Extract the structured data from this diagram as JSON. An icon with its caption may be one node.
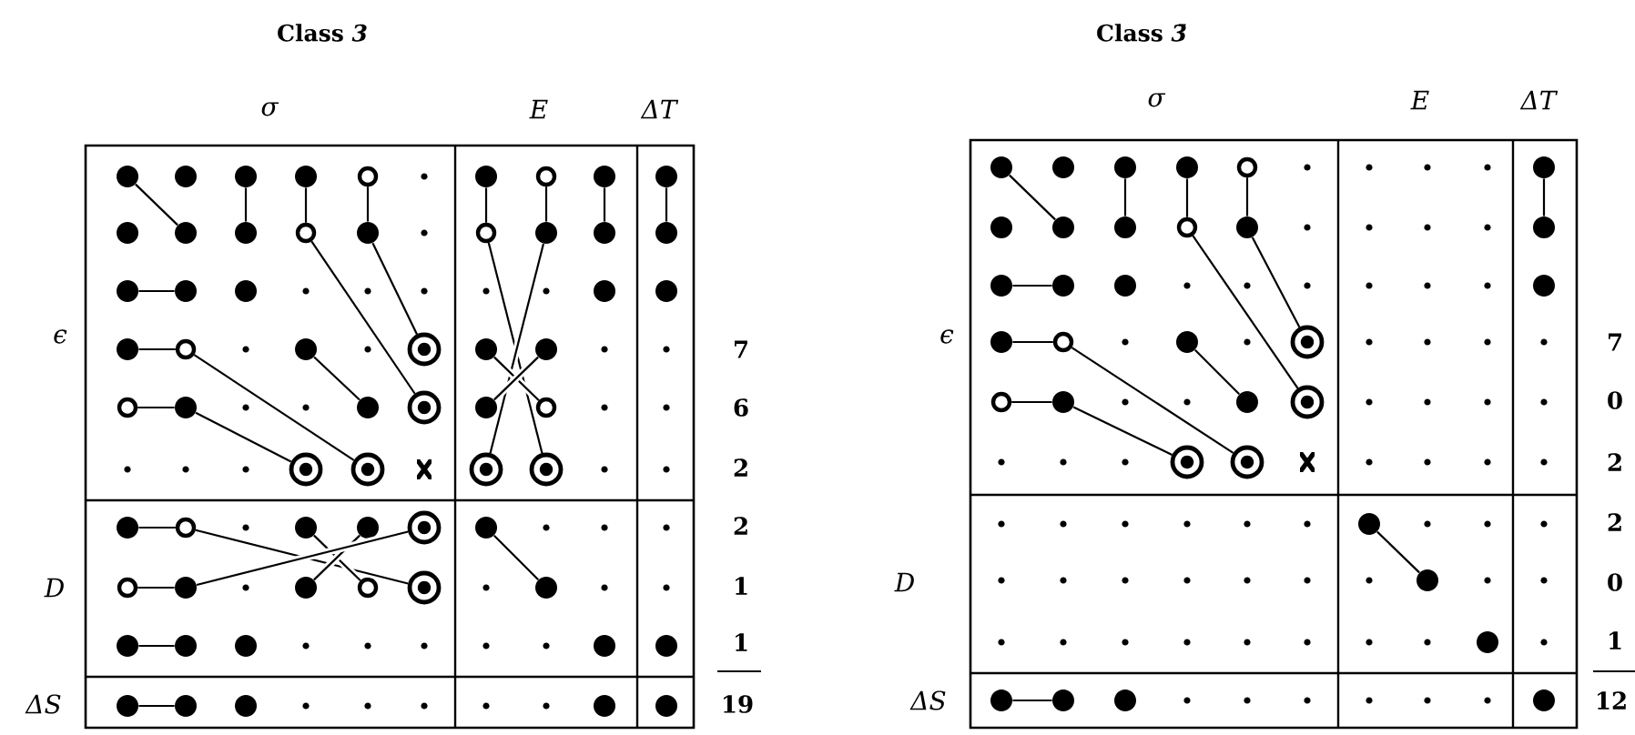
{
  "diagram": {
    "nodes": [
      {
        "text": [],
        "shape": "dot"
      },
      {
        "text": [],
        "shape": "dot"
      },
      {
        "text": [],
        "shape": "dot"
      },
      {
        "text": [],
        "shape": "dot"
      },
      {
        "text": [],
        "shape": "circle"
      },
      {
        "text": [],
        "shape": "dot"
      },
      {
        "text": [],
        "shape": "circle"
      },
      {
        "text": [],
        "shape": "dot"
      },
      {
        "text": [],
        "shape": "dot"
      },
      {
        "text": [],
        "shape": "dot"
      },
      {
        "text": [],
        "shape": "dot"
      },
      {
        "text": [],
        "shape": "dot"
      },
      {
        "text": [],
        "shape": "circle"
      },
      {
        "text": [],
        "shape": "dot"
      },
      {
        "text": [],
        "shape": "circle"
      },
      {
        "text": [],
        "shape": "dot"
      },
      {
        "text": [],
        "shape": "dot"
      },
      {
        "text": [],
        "shape": "dot"
      },
      {
        "text": [],
        "shape": "dot"
      },
      {
        "text": [],
        "shape": "dot"
      },
      {
        "text": [],
        "shape": "dot"
      },
      {
        "text": [],
        "shape": "dot"
      },
      {
        "text": [],
        "shape": "dot"
      },
      {
        "text": [],
        "shape": "dot"
      },
      {
        "text": [],
        "shape": "circle"
      },
      {
        "text": [],
        "shape": "dot"
      },
      {
        "text": [],
        "shape": "bullseye"
      },
      {
        "text": [],
        "shape": "dot"
      },
      {
        "text": [],
        "shape": "dot"
      },
      {
        "text": [],
        "shape": "circle"
      },
      {
        "text": [],
        "shape": "dot"
      },
      {
        "text": [],
        "shape": "dot"
      },
      {
        "text": [],
        "shape": "bullseye"
      },
      {
        "text": [],
        "shape": "dot"
      },
      {
        "text": [],
        "shape": "circle"
      },
      {
        "text": [],
        "shape": "bullseye"
      },
      {
        "text": [],
        "shape": "bullseye"
      },
      {
        "text": [],
        "shape": "cross"
      },
      {
        "text": [],
        "shape": "bullseye"
      },
      {
        "text": [],
        "shape": "bullseye"
      },
      {
        "text": [],
        "shape": "dot"
      },
      {
        "text": [],
        "shape": "circle"
      },
      {
        "text": [],
        "shape": "dot"
      },
      {
        "text": [],
        "shape": "dot"
      },
      {
        "text": [],
        "shape": "bullseye"
      },
      {
        "text": [],
        "shape": "dot"
      },
      {
        "text": [],
        "shape": "circle"
      },
      {
        "text": [],
        "shape": "dot"
      },
      {
        "text": [],
        "shape": "dot"
      },
      {
        "text": [],
        "shape": "circle"
      },
      {
        "text": [],
        "shape": "bullseye"
      },
      {
        "text": [],
        "shape": "dot"
      },
      {
        "text": [],
        "shape": "dot"
      },
      {
        "text": [],
        "shape": "dot"
      },
      {
        "text": [],
        "shape": "dot"
      },
      {
        "text": [],
        "shape": "dot"
      },
      {
        "text": [],
        "shape": "dot"
      },
      {
        "text": [],
        "shape": "dot"
      },
      {
        "text": [],
        "shape": "dot"
      },
      {
        "text": [],
        "shape": "dot"
      },
      {
        "text": [],
        "shape": "dot"
      },
      {
        "text": [],
        "shape": "dot"
      },
      {
        "text": [],
        "shape": "dot"
      },
      {
        "text": [],
        "shape": "dot"
      },
      {
        "text": [],
        "shape": "dot"
      },
      {
        "text": [],
        "shape": "dot"
      },
      {
        "text": [],
        "shape": "circle"
      },
      {
        "text": [],
        "shape": "dot"
      },
      {
        "text": [],
        "shape": "dot"
      },
      {
        "text": [],
        "shape": "dot"
      },
      {
        "text": [],
        "shape": "dot"
      },
      {
        "text": [],
        "shape": "circle"
      },
      {
        "text": [],
        "shape": "dot"
      },
      {
        "text": [],
        "shape": "dot"
      },
      {
        "text": [],
        "shape": "dot"
      },
      {
        "text": [],
        "shape": "dot"
      },
      {
        "text": [],
        "shape": "dot"
      },
      {
        "text": [],
        "shape": "dot"
      },
      {
        "text": [],
        "shape": "dot"
      },
      {
        "text": [],
        "shape": "circle"
      },
      {
        "text": [],
        "shape": "dot"
      },
      {
        "text": [],
        "shape": "bullseye"
      },
      {
        "text": [],
        "shape": "circle"
      },
      {
        "text": [],
        "shape": "dot"
      },
      {
        "text": [],
        "shape": "dot"
      },
      {
        "text": [],
        "shape": "bullseye"
      },
      {
        "text": [],
        "shape": "bullseye"
      },
      {
        "text": [],
        "shape": "bullseye"
      },
      {
        "text": [],
        "shape": "cross"
      },
      {
        "text": [],
        "shape": "dot"
      },
      {
        "text": [],
        "shape": "dot"
      },
      {
        "text": [],
        "shape": "dot"
      },
      {
        "text": [],
        "shape": "dot"
      },
      {
        "text": [],
        "shape": "dot"
      },
      {
        "text": [],
        "shape": "dot"
      },
      {
        "text": [],
        "shape": "dot"
      }
    ],
    "edges": [
      {
        "from": 0,
        "to": 10,
        "arrow": "none"
      },
      {
        "from": 2,
        "to": 11,
        "arrow": "none"
      },
      {
        "from": 3,
        "to": 12,
        "arrow": "none"
      },
      {
        "from": 4,
        "to": 13,
        "arrow": "none"
      },
      {
        "from": 5,
        "to": 14,
        "arrow": "none"
      },
      {
        "from": 6,
        "to": 15,
        "arrow": "none"
      },
      {
        "from": 7,
        "to": 16,
        "arrow": "none"
      },
      {
        "from": 8,
        "to": 17,
        "arrow": "none"
      },
      {
        "from": 18,
        "to": 19,
        "arrow": "none"
      },
      {
        "from": 12,
        "to": 32,
        "arrow": "none"
      },
      {
        "from": 13,
        "to": 26,
        "arrow": "none"
      },
      {
        "from": 14,
        "to": 39,
        "arrow": "none"
      },
      {
        "from": 15,
        "to": 38,
        "arrow": "none"
      },
      {
        "from": 23,
        "to": 24,
        "arrow": "none"
      },
      {
        "from": 24,
        "to": 36,
        "arrow": "none"
      },
      {
        "from": 25,
        "to": 31,
        "arrow": "none"
      },
      {
        "from": 27,
        "to": 34,
        "arrow": "none"
      },
      {
        "from": 28,
        "to": 33,
        "arrow": "none"
      },
      {
        "from": 29,
        "to": 30,
        "arrow": "none"
      },
      {
        "from": 30,
        "to": 35,
        "arrow": "none"
      },
      {
        "from": 40,
        "to": 41,
        "arrow": "none"
      },
      {
        "from": 41,
        "to": 50,
        "arrow": "none"
      },
      {
        "from": 42,
        "to": 49,
        "arrow": "none"
      },
      {
        "from": 43,
        "to": 48,
        "arrow": "none"
      },
      {
        "from": 45,
        "to": 51,
        "arrow": "none"
      },
      {
        "from": 46,
        "to": 47,
        "arrow": "none"
      },
      {
        "from": 47,
        "to": 44,
        "arrow": "none"
      },
      {
        "from": 52,
        "to": 53,
        "arrow": "none"
      },
      {
        "from": 57,
        "to": 58,
        "arrow": "none"
      },
      {
        "from": 62,
        "to": 69,
        "arrow": "none"
      },
      {
        "from": 64,
        "to": 70,
        "arrow": "none"
      },
      {
        "from": 65,
        "to": 71,
        "arrow": "none"
      },
      {
        "from": 66,
        "to": 72,
        "arrow": "none"
      },
      {
        "from": 67,
        "to": 73,
        "arrow": "none"
      },
      {
        "from": 74,
        "to": 75,
        "arrow": "none"
      },
      {
        "from": 71,
        "to": 85,
        "arrow": "none"
      },
      {
        "from": 72,
        "to": 81,
        "arrow": "none"
      },
      {
        "from": 78,
        "to": 79,
        "arrow": "none"
      },
      {
        "from": 79,
        "to": 87,
        "arrow": "none"
      },
      {
        "from": 80,
        "to": 84,
        "arrow": "none"
      },
      {
        "from": 82,
        "to": 83,
        "arrow": "none"
      },
      {
        "from": 83,
        "to": 86,
        "arrow": "none"
      },
      {
        "from": 89,
        "to": 90,
        "arrow": "none"
      },
      {
        "from": 92,
        "to": 93,
        "arrow": "none"
      }
    ],
    "labels": [
      "Class *3*",
      "σ",
      "E",
      "ΔT",
      "ϵ",
      "D",
      "ΔS",
      "7",
      "6",
      "2",
      "2",
      "1",
      "1",
      "19",
      "Class *3̄*",
      "σ",
      "E",
      "ΔT",
      "ϵ",
      "D",
      "ΔS",
      "7",
      "0",
      "2",
      "2",
      "0",
      "1",
      "12"
    ]
  }
}
